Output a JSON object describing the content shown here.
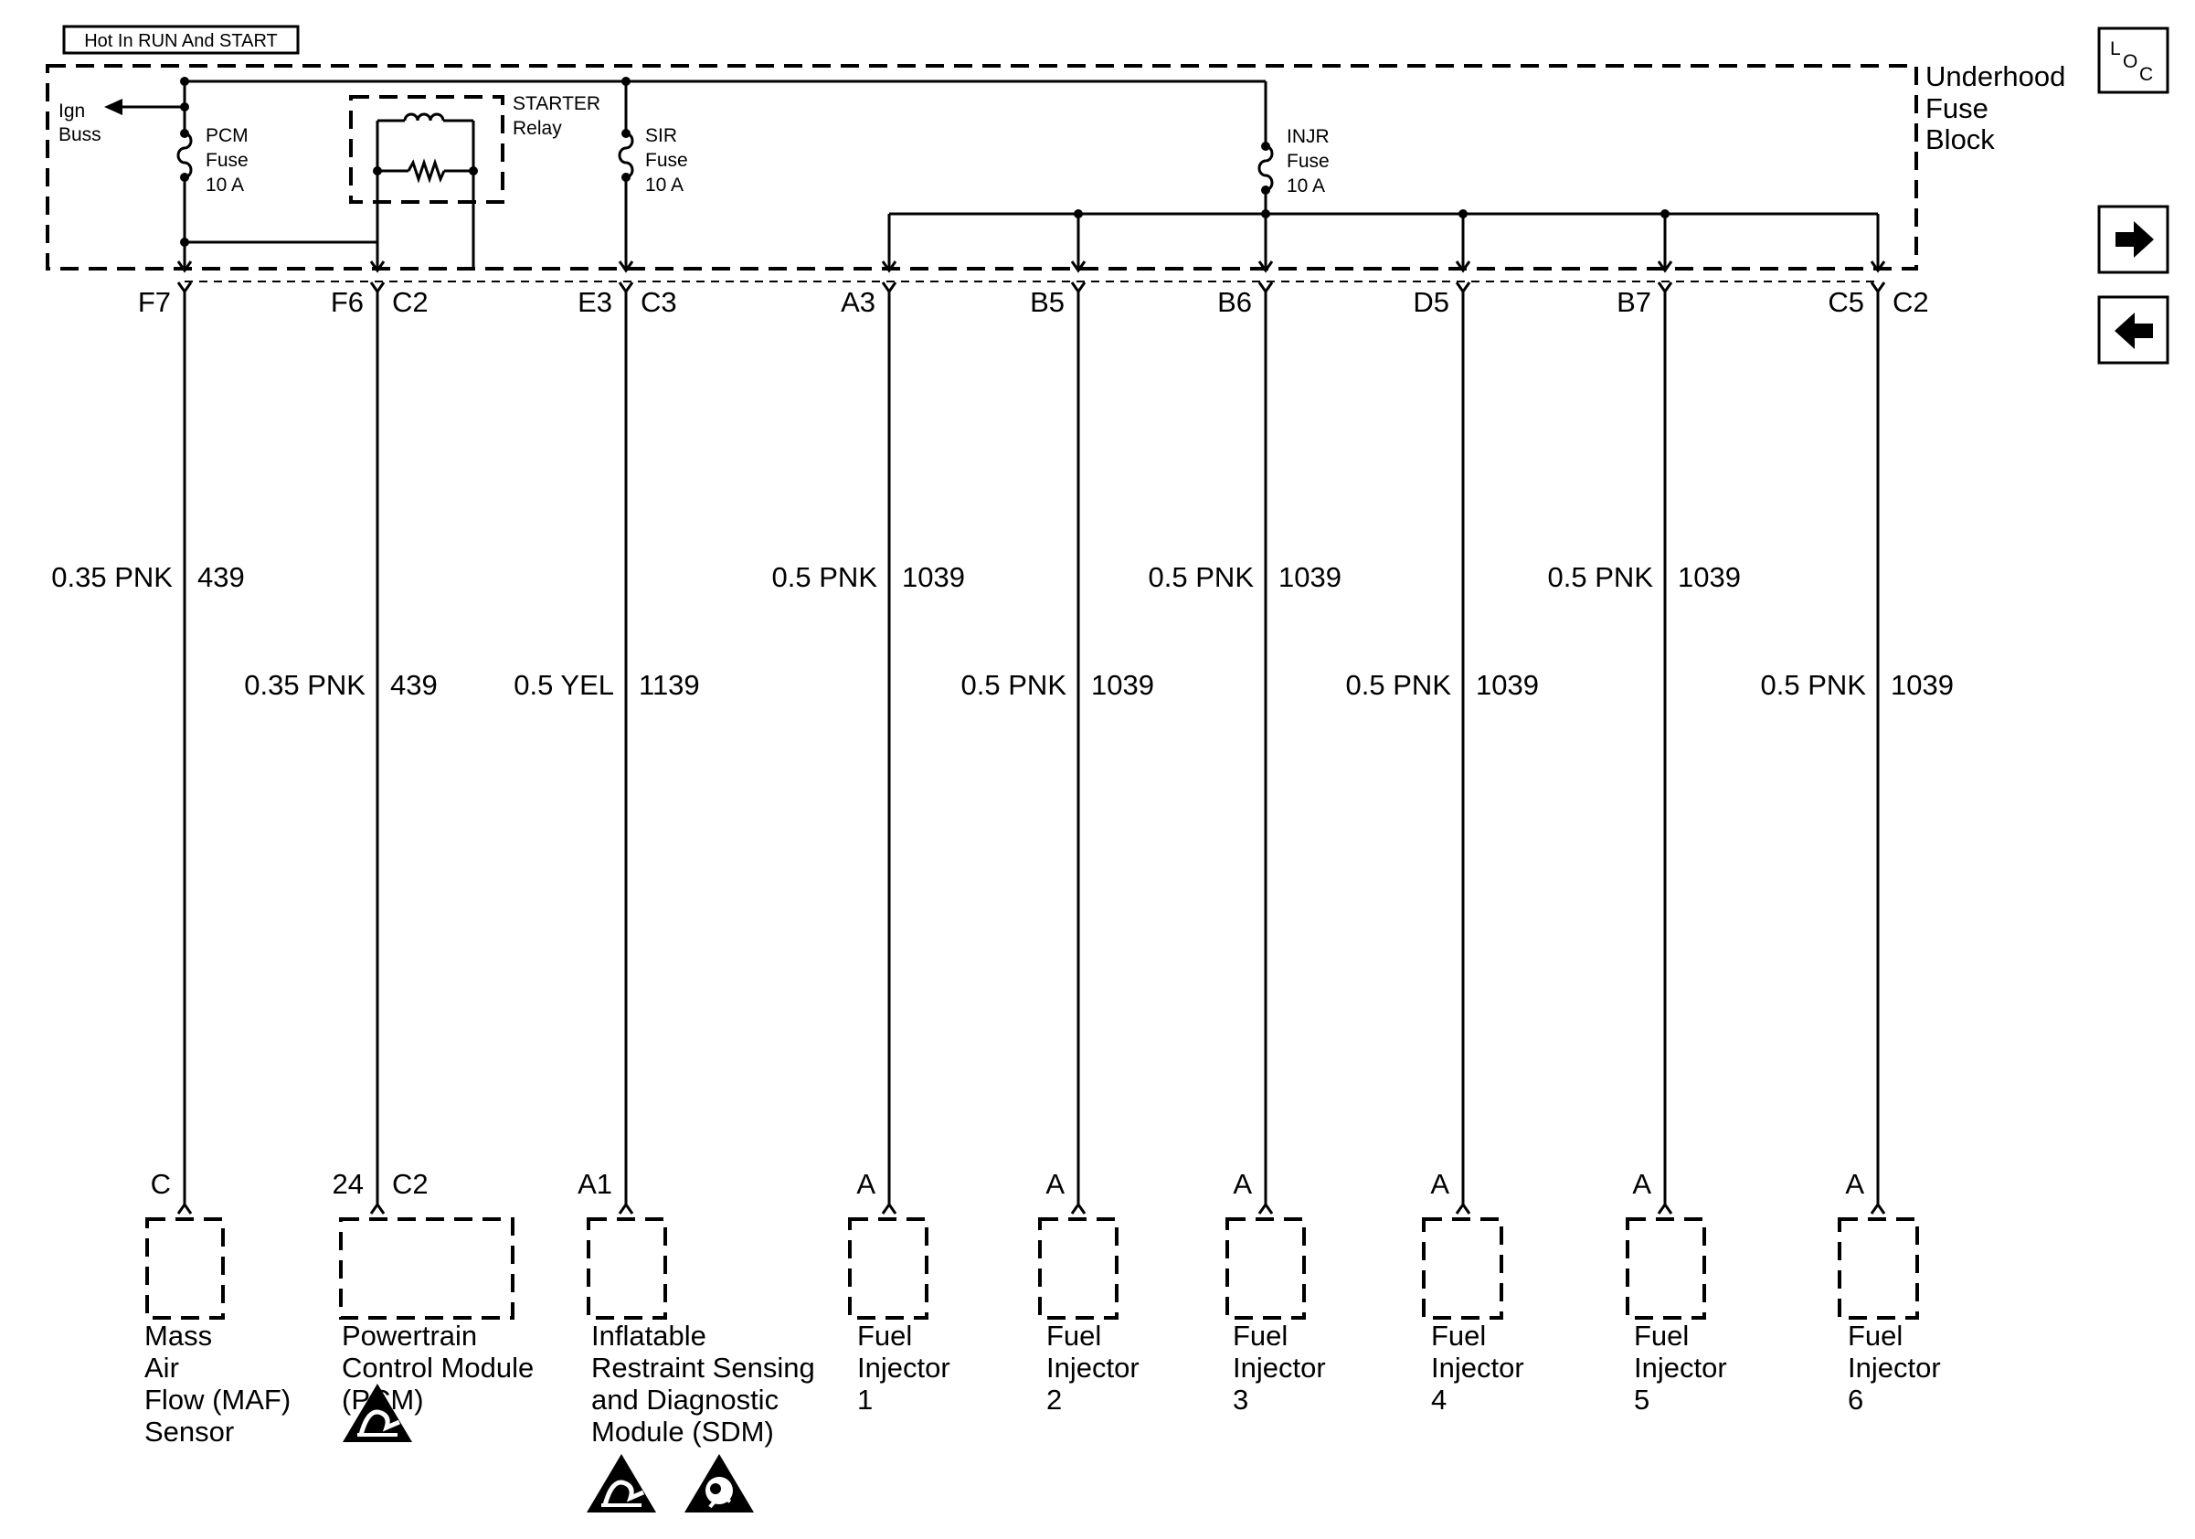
{
  "header": {
    "hot_label": "Hot In RUN And START"
  },
  "fuse_block": {
    "title_lines": [
      "Underhood",
      "Fuse",
      "Block"
    ]
  },
  "ign": {
    "lines": [
      "Ign",
      "Buss"
    ]
  },
  "relay": {
    "lines": [
      "STARTER",
      "Relay"
    ]
  },
  "fuses": [
    {
      "lines": [
        "PCM",
        "Fuse",
        "10 A"
      ]
    },
    {
      "lines": [
        "SIR",
        "Fuse",
        "10 A"
      ]
    },
    {
      "lines": [
        "INJR",
        "Fuse",
        "10 A"
      ]
    }
  ],
  "nav": {
    "loc_l": "L",
    "loc_o": "O",
    "loc_c": "C",
    "next_icon": "arrow-right-icon",
    "prev_icon": "arrow-left-icon"
  },
  "circuits": [
    {
      "top_pin": "F7",
      "top_conn": "",
      "wire": "0.35 PNK",
      "circuit": "439",
      "bottom_pin": "C",
      "bottom_conn": "",
      "component": [
        "Mass",
        "Air",
        "Flow (MAF)",
        "Sensor"
      ],
      "esd": 0
    },
    {
      "top_pin": "F6",
      "top_conn": "C2",
      "wire": "0.35 PNK",
      "circuit": "439",
      "bottom_pin": "24",
      "bottom_conn": "C2",
      "component": [
        "Powertrain",
        "Control Module",
        "(PCM)"
      ],
      "esd": 1
    },
    {
      "top_pin": "E3",
      "top_conn": "C3",
      "wire": "0.5 YEL",
      "circuit": "1139",
      "bottom_pin": "A1",
      "bottom_conn": "",
      "component": [
        "Inflatable",
        "Restraint Sensing",
        "and Diagnostic",
        "Module (SDM)"
      ],
      "esd": 1,
      "airbag": 1
    },
    {
      "top_pin": "A3",
      "top_conn": "",
      "wire": "0.5 PNK",
      "circuit": "1039",
      "bottom_pin": "A",
      "bottom_conn": "",
      "component": [
        "Fuel",
        "Injector",
        "1"
      ],
      "esd": 0
    },
    {
      "top_pin": "B5",
      "top_conn": "",
      "wire": "0.5 PNK",
      "circuit": "1039",
      "bottom_pin": "A",
      "bottom_conn": "",
      "component": [
        "Fuel",
        "Injector",
        "2"
      ],
      "esd": 0
    },
    {
      "top_pin": "B6",
      "top_conn": "",
      "wire": "0.5 PNK",
      "circuit": "1039",
      "bottom_pin": "A",
      "bottom_conn": "",
      "component": [
        "Fuel",
        "Injector",
        "3"
      ],
      "esd": 0
    },
    {
      "top_pin": "D5",
      "top_conn": "",
      "wire": "0.5 PNK",
      "circuit": "1039",
      "bottom_pin": "A",
      "bottom_conn": "",
      "component": [
        "Fuel",
        "Injector",
        "4"
      ],
      "esd": 0
    },
    {
      "top_pin": "B7",
      "top_conn": "",
      "wire": "0.5 PNK",
      "circuit": "1039",
      "bottom_pin": "A",
      "bottom_conn": "",
      "component": [
        "Fuel",
        "Injector",
        "5"
      ],
      "esd": 0
    },
    {
      "top_pin": "C5",
      "top_conn": "C2",
      "wire": "0.5 PNK",
      "circuit": "1039",
      "bottom_pin": "A",
      "bottom_conn": "",
      "component": [
        "Fuel",
        "Injector",
        "6"
      ],
      "esd": 0
    }
  ]
}
